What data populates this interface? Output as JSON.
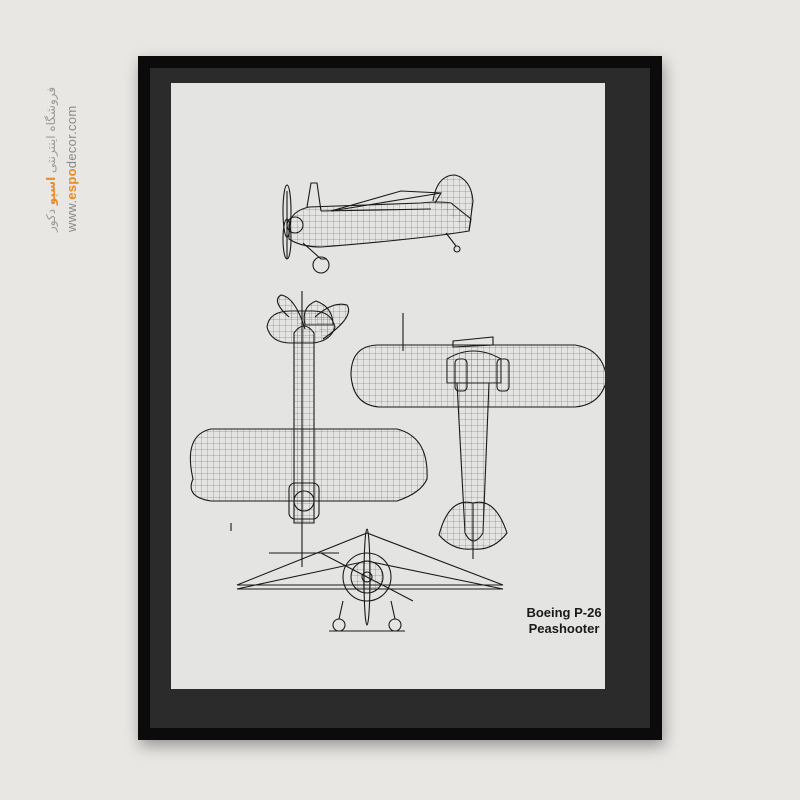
{
  "watermark": {
    "url_prefix": "www.",
    "url_accent": "espo",
    "url_suffix": "decor.com",
    "store_prefix": "فروشگاه اینترنتی ",
    "store_accent": "اسپو",
    "store_suffix": " دکور",
    "accent_color": "#e48b2a"
  },
  "artwork": {
    "title_line1": "Boeing P-26",
    "title_line2": "Peashooter",
    "views": [
      "side-view",
      "top-view",
      "bottom-view",
      "front-view"
    ]
  },
  "colors": {
    "wall": "#e9e7e4",
    "frame": "#0b0b0b",
    "mat": "#2b2b2b",
    "print": "#e4e4e2",
    "ink": "#1a1a1a"
  }
}
